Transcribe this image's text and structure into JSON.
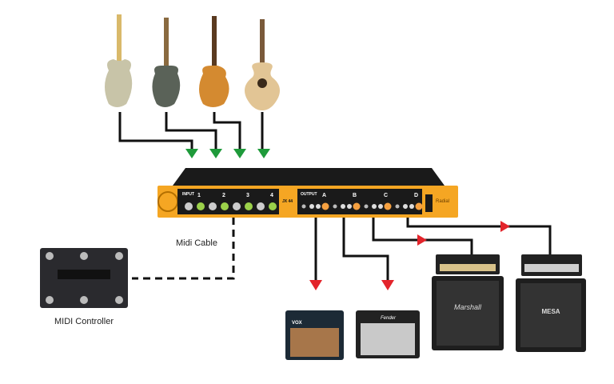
{
  "labels": {
    "midi_cable": "Midi Cable",
    "midi_controller": "MIDI Controller"
  },
  "rack": {
    "input_label": "INPUT",
    "inputs": [
      "1",
      "2",
      "3",
      "4"
    ],
    "model": "JX 44",
    "output_label": "OUTPUT",
    "outputs": [
      "A",
      "B",
      "C",
      "D"
    ],
    "brand": "Radial"
  },
  "amps": {
    "vox": "VOX",
    "fender": "Fender",
    "marshall": "Marshall",
    "mesa": "MESA"
  },
  "colors": {
    "rack_orange": "#f5a623",
    "input_arrow": "#1e9a3a",
    "output_arrow": "#e3242b",
    "cable": "#111111"
  }
}
